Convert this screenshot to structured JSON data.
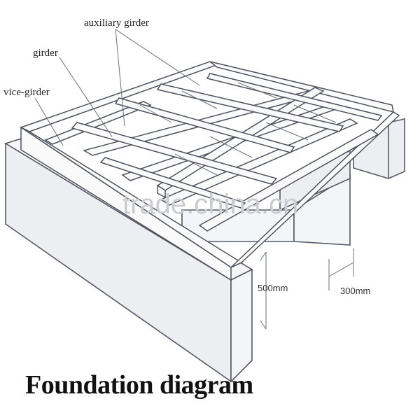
{
  "labels": {
    "auxiliary_girder": "auxiliary girder",
    "girder": "girder",
    "vice_girder": "vice-girder"
  },
  "dimensions": {
    "height": "500mm",
    "width": "300mm"
  },
  "watermark": "trade.china.cn",
  "title": "Foundation diagram",
  "colors": {
    "line": "#555a66",
    "watermark": "#c9ccd2",
    "text": "#111111"
  }
}
